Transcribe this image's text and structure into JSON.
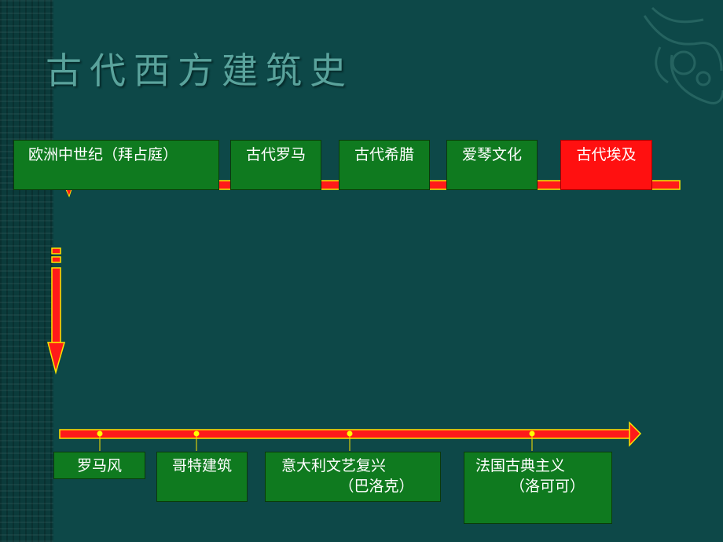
{
  "title": "古代西方建筑史",
  "top_timeline": [
    {
      "label": "欧洲中世纪（拜占庭）",
      "highlight": false
    },
    {
      "label": "古代罗马",
      "highlight": false
    },
    {
      "label": "古代希腊",
      "highlight": false
    },
    {
      "label": "爱琴文化",
      "highlight": false
    },
    {
      "label": "古代埃及",
      "highlight": true
    }
  ],
  "bottom_timeline": [
    {
      "label": "罗马风",
      "sub": ""
    },
    {
      "label": "哥特建筑",
      "sub": ""
    },
    {
      "label": "意大利文艺复兴",
      "sub": "（巴洛克）"
    },
    {
      "label": "法国古典主义",
      "sub": "（洛可可）"
    }
  ],
  "colors": {
    "background": "#0d4848",
    "box": "#0f7a1f",
    "highlight": "#ff1010",
    "timeline": "#ff1a1a",
    "marker": "#ffff00",
    "title": "#5aa39c"
  }
}
